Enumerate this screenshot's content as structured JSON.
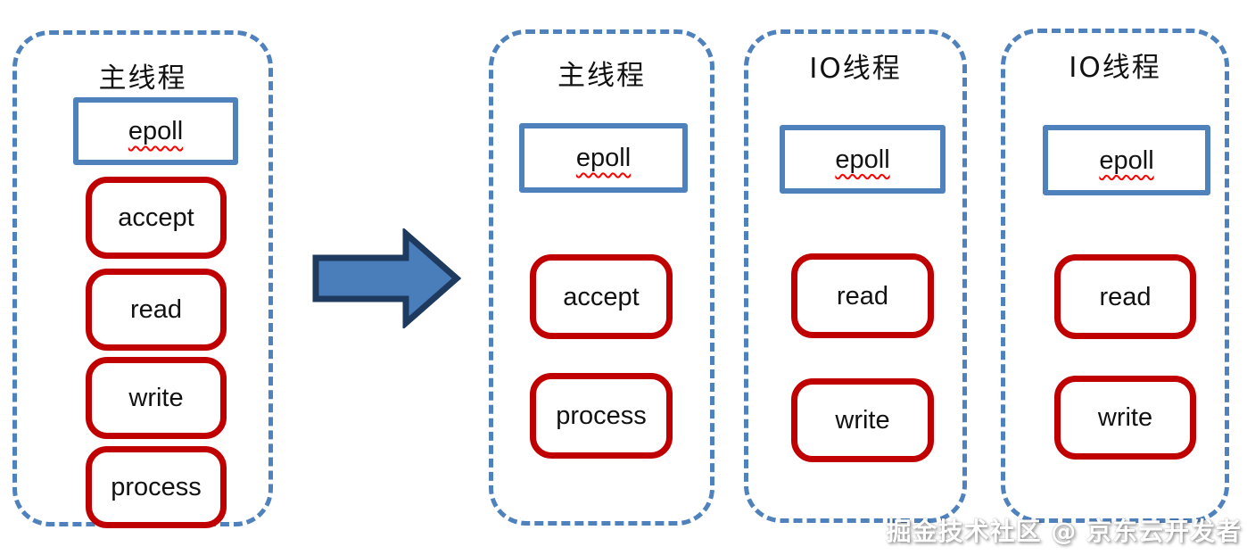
{
  "page": {
    "watermark": "掘金技术社区 @ 京东云开发者"
  },
  "panels": [
    {
      "title": "主线程",
      "epoll_label": "epoll",
      "tasks": [
        "accept",
        "read",
        "write",
        "process"
      ]
    },
    {
      "title": "主线程",
      "epoll_label": "epoll",
      "tasks": [
        "accept",
        "process"
      ]
    },
    {
      "title": "IO线程",
      "epoll_label": "epoll",
      "tasks": [
        "read",
        "write"
      ]
    },
    {
      "title": "IO线程",
      "epoll_label": "epoll",
      "tasks": [
        "read",
        "write"
      ]
    }
  ],
  "arrow": {
    "direction": "right",
    "meaning": "transformation"
  },
  "colors": {
    "panel_border": "#4f81bd",
    "epoll_border": "#4f81bd",
    "task_border": "#c00000",
    "arrow_fill": "#4a7ebb",
    "arrow_outline": "#1f3a5f",
    "label_text": "#111111",
    "squiggle": "#ff0000",
    "watermark_text": "#ffffff"
  }
}
